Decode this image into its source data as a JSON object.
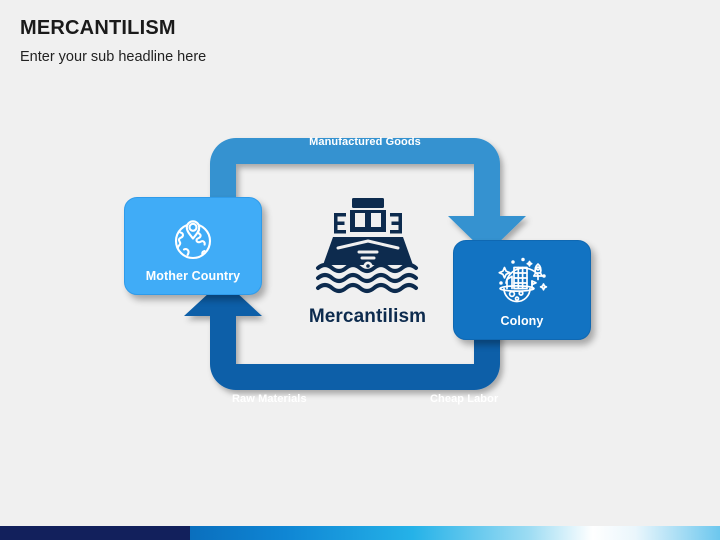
{
  "header": {
    "title": "MERCANTILISM",
    "subtitle": "Enter your sub headline here"
  },
  "diagram": {
    "center": {
      "label": "Mercantilism",
      "icon": "cargo-ship-icon"
    },
    "nodes": [
      {
        "id": "mother-country",
        "label": "Mother Country",
        "icon": "globe-location-pin-icon",
        "color": "#40acf7"
      },
      {
        "id": "colony",
        "label": "Colony",
        "icon": "space-colony-icon",
        "color": "#1273c2"
      }
    ],
    "flows": [
      {
        "id": "top-arm",
        "label": "Manufactured Goods",
        "from": "mother-country",
        "to": "colony",
        "color": "#3492d0"
      },
      {
        "id": "bottom-arm-left",
        "label": "Raw Materials",
        "from": "colony",
        "to": "mother-country",
        "color": "#0c5fa8"
      },
      {
        "id": "bottom-arm-right",
        "label": "Cheap Labor",
        "from": "colony",
        "to": "mother-country",
        "color": "#0c5fa8"
      }
    ]
  },
  "footer": {
    "left_color": "#12205c",
    "gradient_start": "#0a6fbe",
    "gradient_end": "#6cc7ee"
  }
}
